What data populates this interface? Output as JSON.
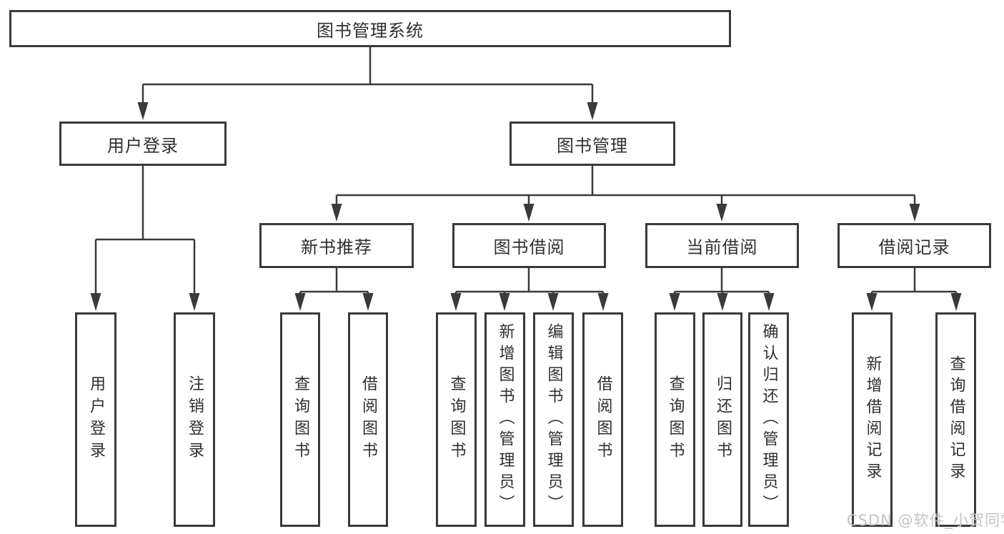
{
  "tree": {
    "root": "图书管理系统",
    "branches": [
      {
        "label": "用户登录",
        "children": [
          "用户登录",
          "注销登录"
        ]
      },
      {
        "label": "图书管理",
        "groups": [
          {
            "label": "新书推荐",
            "children": [
              "查询图书",
              "借阅图书"
            ]
          },
          {
            "label": "图书借阅",
            "children": [
              "查询图书",
              "新增图书（管理员）",
              "编辑图书（管理员）",
              "借阅图书"
            ]
          },
          {
            "label": "当前借阅",
            "children": [
              "查询图书",
              "归还图书",
              "确认归还（管理员）"
            ]
          },
          {
            "label": "借阅记录",
            "children": [
              "新增借阅记录",
              "查询借阅记录"
            ]
          }
        ]
      }
    ]
  },
  "watermark": {
    "text": "CSDN @软件_小贺同学"
  },
  "colors": {
    "line": "#3a3a3a",
    "text": "#2f2f2f",
    "box_background": "#ffffff",
    "background": "#ffffff",
    "watermark": "#c3c3c3"
  }
}
